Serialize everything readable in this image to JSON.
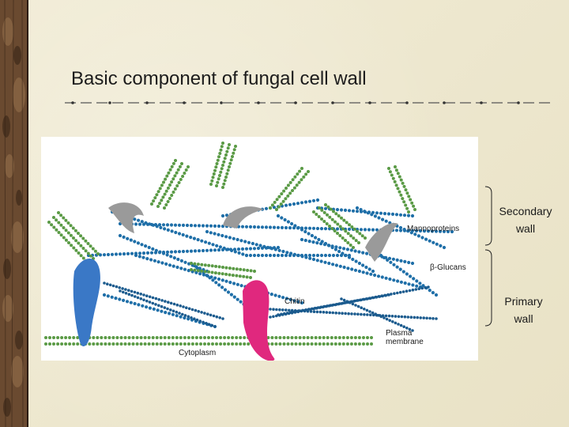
{
  "slide": {
    "title": "Basic component of fungal cell wall"
  },
  "figure": {
    "labels": {
      "mannoproteins": "Mannoproteins",
      "glucans": "β-Glucans",
      "chitin": "Chitin",
      "plasma_membrane": "Plasma membrane",
      "cytoplasm": "Cytoplasm"
    },
    "colors": {
      "glucan_chain": "#1f6fa8",
      "mannan_chain": "#5a9a45",
      "protein_gray": "#9a9a9a",
      "protein_blue": "#3a78c6",
      "protein_pink": "#e0287e"
    }
  },
  "brackets": {
    "secondary": "Secondary wall",
    "primary": "Primary wall"
  }
}
